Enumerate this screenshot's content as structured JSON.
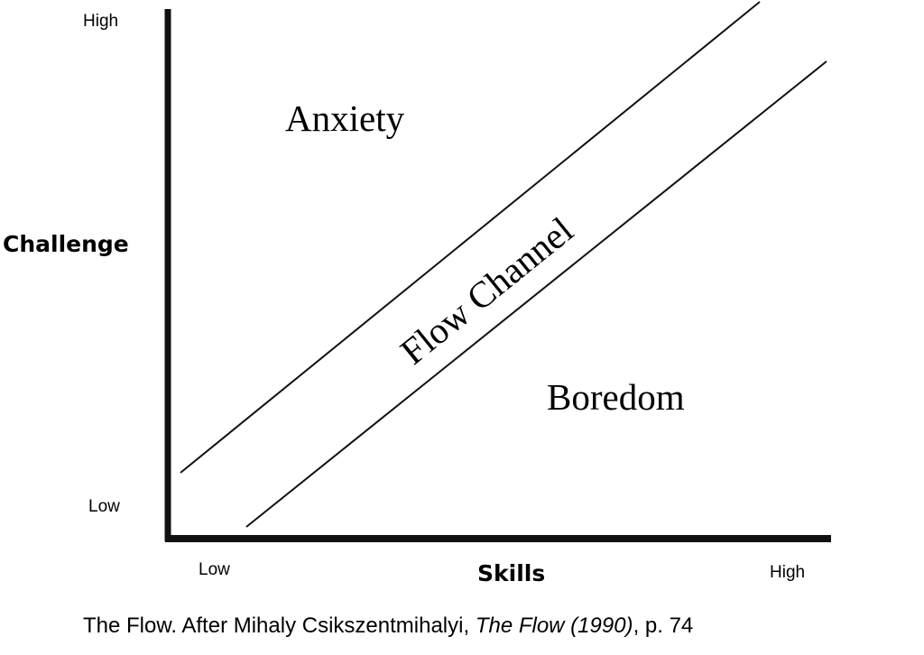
{
  "y_axis": {
    "label": "Challenge",
    "high": "High",
    "low": "Low"
  },
  "x_axis": {
    "label": "Skills",
    "high": "High",
    "low": "Low"
  },
  "regions": {
    "anxiety": "Anxiety",
    "flow": "Flow Channel",
    "boredom": "Boredom"
  },
  "caption": {
    "prefix": "The Flow.  After Mihaly Csikszentmihalyi, ",
    "title": "The Flow (1990)",
    "suffix": ", p. 74"
  }
}
